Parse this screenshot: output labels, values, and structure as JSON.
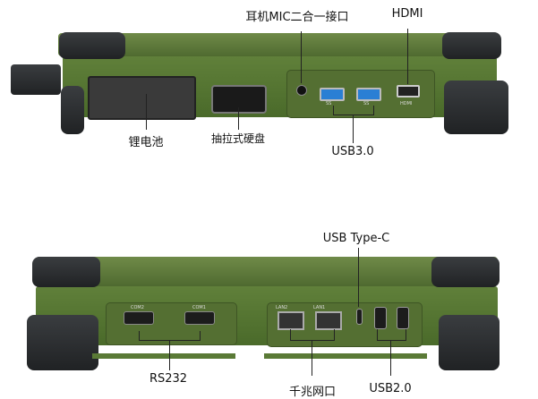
{
  "top_view": {
    "labels": {
      "mic": "耳机MIC二合一接口",
      "hdmi": "HDMI",
      "battery": "锂电池",
      "hdd": "抽拉式硬盘",
      "usb3": "USB3.0"
    },
    "port_markings": {
      "hdmi": "HDMI",
      "usb_a": "SS",
      "usb_b": "SS"
    }
  },
  "bottom_view": {
    "labels": {
      "typec": "USB Type-C",
      "rs232": "RS232",
      "lan": "千兆网口",
      "usb2": "USB2.0"
    },
    "port_markings": {
      "com2": "COM2",
      "com1": "COM1",
      "lan2": "LAN2",
      "lan1": "LAN1"
    }
  },
  "colors": {
    "body": "#5a7a36",
    "bumper": "#2a2c2e",
    "usb3": "#2a7fd4"
  }
}
